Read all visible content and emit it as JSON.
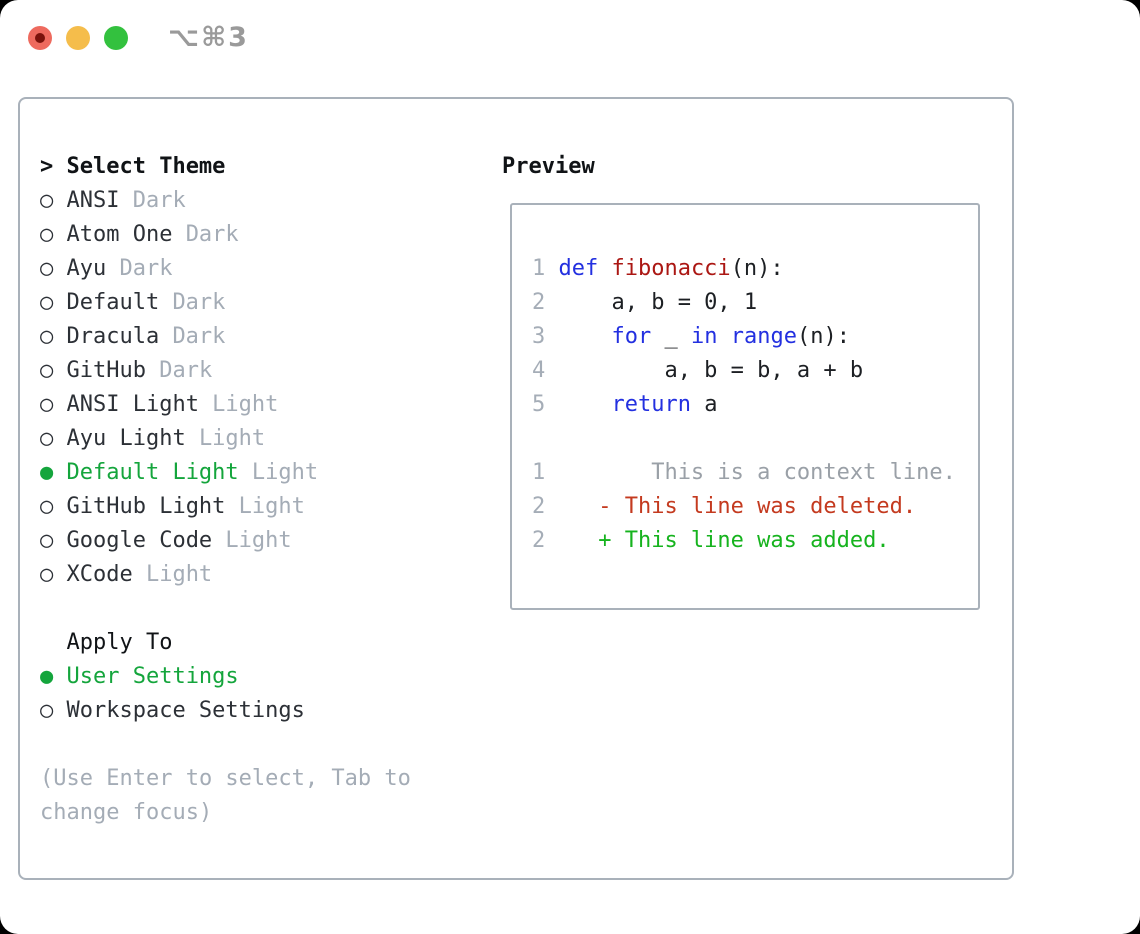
{
  "window": {
    "title": "⌥⌘3"
  },
  "theme_picker": {
    "caret": ">",
    "header": "Select Theme",
    "items": [
      {
        "bullet": "○",
        "name": "ANSI",
        "variant": "Dark",
        "selected": false
      },
      {
        "bullet": "○",
        "name": "Atom One",
        "variant": "Dark",
        "selected": false
      },
      {
        "bullet": "○",
        "name": "Ayu",
        "variant": "Dark",
        "selected": false
      },
      {
        "bullet": "○",
        "name": "Default",
        "variant": "Dark",
        "selected": false
      },
      {
        "bullet": "○",
        "name": "Dracula",
        "variant": "Dark",
        "selected": false
      },
      {
        "bullet": "○",
        "name": "GitHub",
        "variant": "Dark",
        "selected": false
      },
      {
        "bullet": "○",
        "name": "ANSI Light",
        "variant": "Light",
        "selected": false
      },
      {
        "bullet": "○",
        "name": "Ayu Light",
        "variant": "Light",
        "selected": false
      },
      {
        "bullet": "●",
        "name": "Default Light",
        "variant": "Light",
        "selected": true
      },
      {
        "bullet": "○",
        "name": "GitHub Light",
        "variant": "Light",
        "selected": false
      },
      {
        "bullet": "○",
        "name": "Google Code",
        "variant": "Light",
        "selected": false
      },
      {
        "bullet": "○",
        "name": "XCode",
        "variant": "Light",
        "selected": false
      }
    ]
  },
  "apply_to": {
    "header": "Apply To",
    "options": [
      {
        "bullet": "●",
        "label": "User Settings",
        "selected": true
      },
      {
        "bullet": "○",
        "label": "Workspace Settings",
        "selected": false
      }
    ]
  },
  "hint": "(Use Enter to select, Tab to change focus)",
  "preview": {
    "header": "Preview",
    "lines": [
      {
        "num": "1",
        "segments": [
          {
            "text": "def ",
            "type": "kw"
          },
          {
            "text": "fibonacci",
            "type": "fn"
          },
          {
            "text": "(n):",
            "type": "pl"
          }
        ]
      },
      {
        "num": "2",
        "segments": [
          {
            "text": "    a, b = 0, 1",
            "type": "pl"
          }
        ]
      },
      {
        "num": "3",
        "segments": [
          {
            "text": "    ",
            "type": "pl"
          },
          {
            "text": "for",
            "type": "kw"
          },
          {
            "text": " _ ",
            "type": "pl"
          },
          {
            "text": "in",
            "type": "kw"
          },
          {
            "text": " ",
            "type": "pl"
          },
          {
            "text": "range",
            "type": "kw"
          },
          {
            "text": "(n):",
            "type": "pl"
          }
        ]
      },
      {
        "num": "4",
        "segments": [
          {
            "text": "        a, b = b, a + b",
            "type": "pl"
          }
        ]
      },
      {
        "num": "5",
        "segments": [
          {
            "text": "    ",
            "type": "pl"
          },
          {
            "text": "return",
            "type": "kw"
          },
          {
            "text": " a",
            "type": "pl"
          }
        ]
      },
      {
        "num": "",
        "segments": []
      },
      {
        "num": "1",
        "segments": [
          {
            "text": "       This is a context line.",
            "type": "ctx"
          }
        ]
      },
      {
        "num": "2",
        "segments": [
          {
            "text": "   - This line was deleted.",
            "type": "del"
          }
        ]
      },
      {
        "num": "2",
        "segments": [
          {
            "text": "   + This line was added.",
            "type": "add"
          }
        ]
      }
    ]
  },
  "palette": {
    "window_bg": "#ffffff",
    "border_gray": "#a9b1ba",
    "header_text": "#101316",
    "item_text": "#2c3036",
    "muted": "#a4acb6",
    "selected_green": "#14a53c",
    "title_gray": "#9a9a9a",
    "keyword_blue": "#2330e0",
    "function_red": "#ab1713",
    "code_text": "#1c1f23",
    "context_gray": "#9aa0a7",
    "deleted_red": "#c43a1f",
    "added_green": "#16b31e",
    "gutter_gray": "#a5adb7",
    "traffic_red": "#ee6a5e",
    "traffic_red_dot": "#7a120b",
    "traffic_yellow": "#f5bd4b",
    "traffic_green": "#33c13e"
  }
}
